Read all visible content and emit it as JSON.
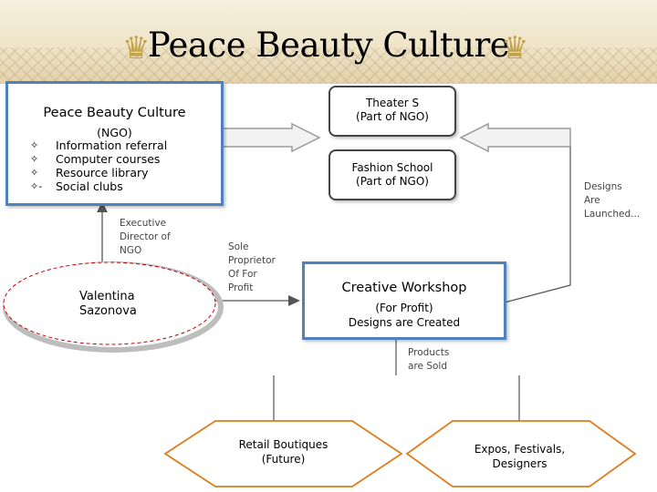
{
  "header": {
    "title": "Peace Beauty Culture",
    "left_ornament": "♛",
    "right_ornament": "♛"
  },
  "ngo_box": {
    "title": "Peace Beauty Culture",
    "subtitle": "(NGO)",
    "items": [
      {
        "bullet": "✧",
        "label": "Information referral"
      },
      {
        "bullet": "✧",
        "label": "Computer courses"
      },
      {
        "bullet": "✧",
        "label": "Resource library"
      },
      {
        "bullet": "✧-",
        "label": "Social clubs"
      }
    ]
  },
  "theater": {
    "line1": "Theater S",
    "line2": "(Part of NGO)"
  },
  "fashion_school": {
    "line1": "Fashion School",
    "line2": "(Part of NGO)"
  },
  "workshop": {
    "title": "Creative Workshop",
    "line1": "(For Profit)",
    "line2": "Designs are Created"
  },
  "person": {
    "line1": "Valentina",
    "line2": "Sazonova"
  },
  "labels": {
    "executive": [
      "Executive",
      "Director of",
      "NGO"
    ],
    "sole": [
      "Sole",
      "Proprietor",
      "Of For",
      "Profit"
    ],
    "designs": [
      "Designs",
      "Are",
      "Launched..."
    ],
    "products": [
      "Products",
      "are Sold"
    ]
  },
  "retail": {
    "line1": "Retail Boutiques",
    "line2": "(Future)"
  },
  "expos": {
    "line1": "Expos, Festivals,",
    "line2": "Designers"
  },
  "colors": {
    "box_border_blue": "#4f81bd",
    "hexagon_border": "#e07b1a",
    "ellipse_border": "#c00000",
    "line": "#555555"
  }
}
